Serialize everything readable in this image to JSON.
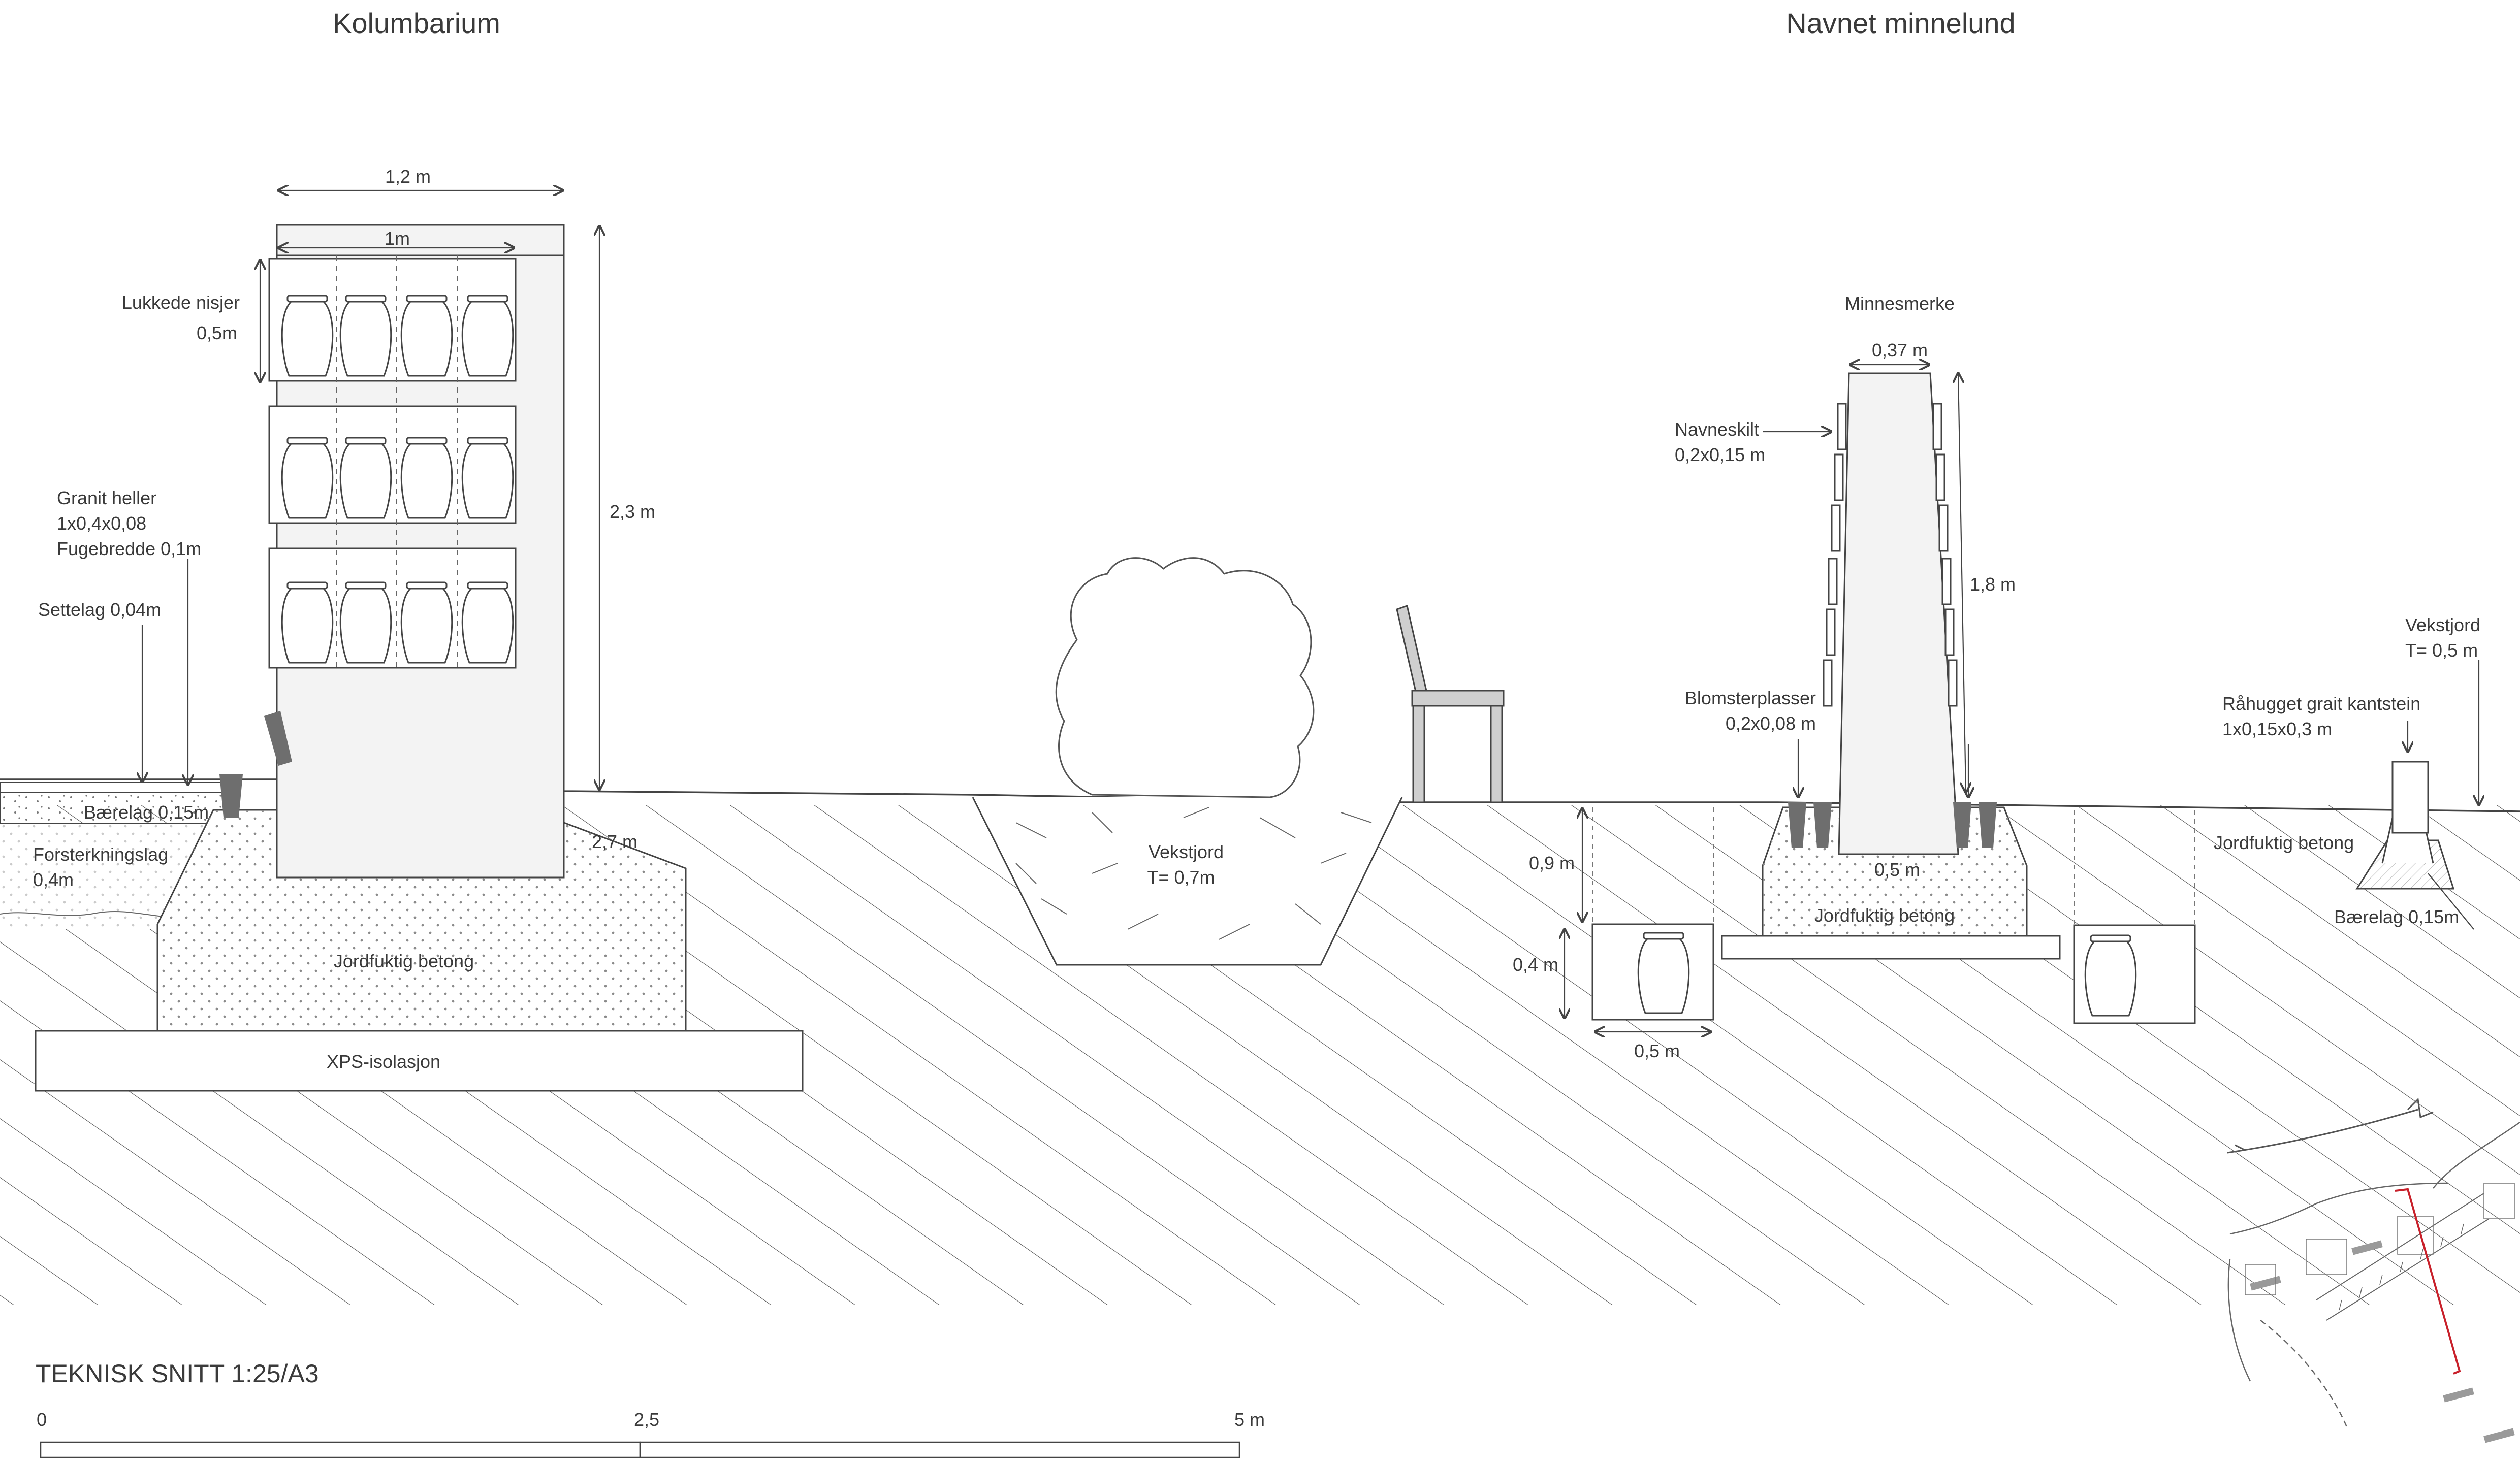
{
  "titles": {
    "left": "Kolumbarium",
    "right": "Navnet minnelund"
  },
  "kolumbarium": {
    "width_outer": "1,2 m",
    "width_inner": "1m",
    "height": "2,3 m",
    "depth": "2,7 m",
    "niches_label": "Lukkede nisjer",
    "niches_height": "0,5m",
    "granite_1": "Granit heller",
    "granite_2": "1x0,4x0,08",
    "granite_3": "Fugebredde 0,1m",
    "settelag": "Settelag 0,04m",
    "baerelag": "Bærelag 0,15m",
    "forsterkning_1": "Forsterkningslag",
    "forsterkning_2": "0,4m",
    "concrete": "Jordfuktig betong",
    "xps": "XPS-isolasjon"
  },
  "planting": {
    "soil_1": "Vekstjord",
    "soil_2": "T= 0,7m"
  },
  "minnelund": {
    "monument": "Minnesmerke",
    "top_width": "0,37 m",
    "height": "1,8 m",
    "sign_1": "Navneskilt",
    "sign_2": "0,2x0,15 m",
    "flowers_1": "Blomsterplasser",
    "flowers_2": "0,2x0,08 m",
    "base_width": "0,5 m",
    "concrete": "Jordfuktig betong",
    "urn_depth": "0,9 m",
    "urn_height": "0,4 m",
    "urn_width": "0,5 m",
    "soil_1": "Vekstjord",
    "soil_2": "T= 0,5 m",
    "curb_1": "Råhugget grait kantstein",
    "curb_2": "1x0,15x0,3 m",
    "curb_concrete": "Jordfuktig betong",
    "curb_baerelag": "Bærelag 0,15m"
  },
  "scale": {
    "title": "TEKNISK SNITT 1:25/A3",
    "tick_0": "0",
    "tick_mid": "2,5",
    "tick_end": "5 m"
  },
  "colors": {
    "line": "#444444",
    "fill": "#f2f2f2",
    "dark": "#6e6e6e",
    "accent": "#c8202a"
  }
}
